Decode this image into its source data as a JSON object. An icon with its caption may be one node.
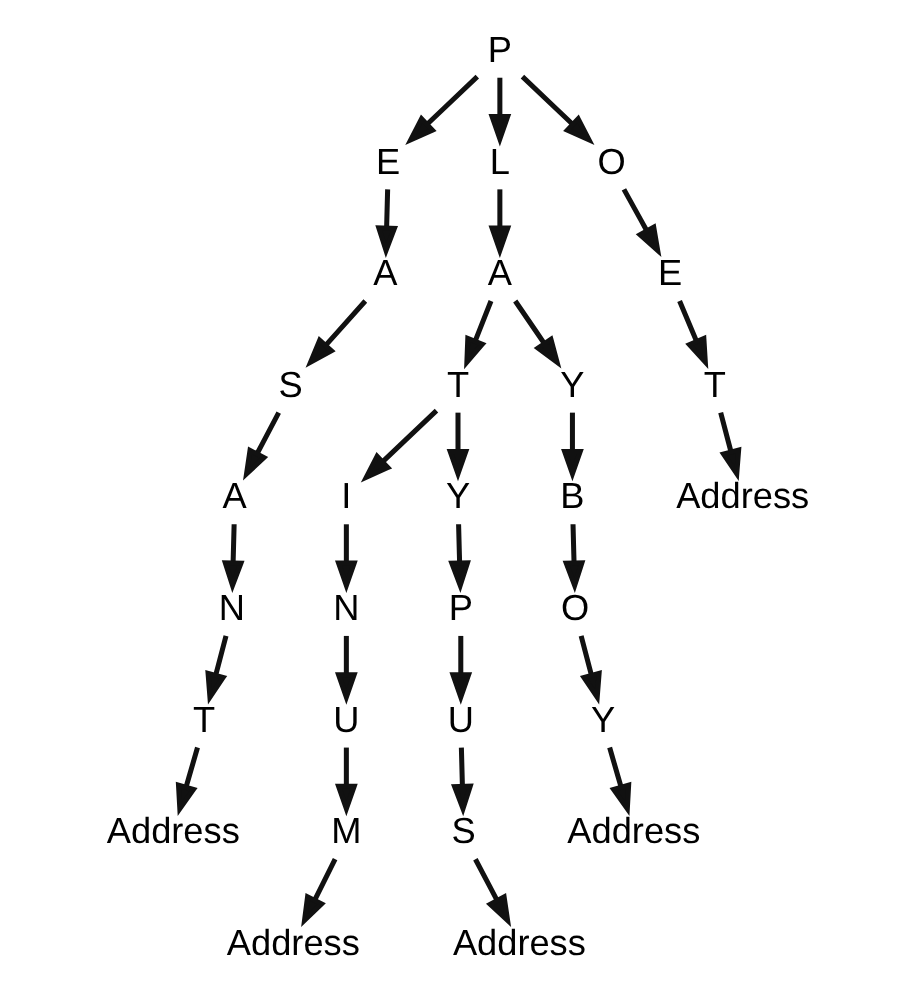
{
  "diagram": {
    "nodes": [
      {
        "text": [
          "P"
        ]
      },
      {
        "text": [
          "E"
        ]
      },
      {
        "text": [
          "A"
        ]
      },
      {
        "text": [
          "S"
        ]
      },
      {
        "text": [
          "A"
        ]
      },
      {
        "text": [
          "N"
        ]
      },
      {
        "text": [
          "T"
        ]
      },
      {
        "text": [
          "Address"
        ]
      },
      {
        "text": [
          "L"
        ]
      },
      {
        "text": [
          "A"
        ]
      },
      {
        "text": [
          "T"
        ]
      },
      {
        "text": [
          "I"
        ]
      },
      {
        "text": [
          "N"
        ]
      },
      {
        "text": [
          "U"
        ]
      },
      {
        "text": [
          "M"
        ]
      },
      {
        "text": [
          "Address"
        ]
      },
      {
        "text": [
          "Y"
        ]
      },
      {
        "text": [
          "P"
        ]
      },
      {
        "text": [
          "U"
        ]
      },
      {
        "text": [
          "S"
        ]
      },
      {
        "text": [
          "Address"
        ]
      },
      {
        "text": [
          "Y"
        ]
      },
      {
        "text": [
          "B"
        ]
      },
      {
        "text": [
          "O"
        ]
      },
      {
        "text": [
          "Y"
        ]
      },
      {
        "text": [
          "Address"
        ]
      },
      {
        "text": [
          "O"
        ]
      },
      {
        "text": [
          "E"
        ]
      },
      {
        "text": [
          "T"
        ]
      },
      {
        "text": [
          "Address"
        ]
      }
    ],
    "edges": [
      {
        "from": 0,
        "to": 1,
        "arrow": "to"
      },
      {
        "from": 1,
        "to": 2,
        "arrow": "to"
      },
      {
        "from": 2,
        "to": 3,
        "arrow": "to"
      },
      {
        "from": 3,
        "to": 4,
        "arrow": "to"
      },
      {
        "from": 4,
        "to": 5,
        "arrow": "to"
      },
      {
        "from": 5,
        "to": 6,
        "arrow": "to"
      },
      {
        "from": 6,
        "to": 7,
        "arrow": "to"
      },
      {
        "from": 0,
        "to": 8,
        "arrow": "to"
      },
      {
        "from": 8,
        "to": 9,
        "arrow": "to"
      },
      {
        "from": 9,
        "to": 10,
        "arrow": "to"
      },
      {
        "from": 10,
        "to": 11,
        "arrow": "to"
      },
      {
        "from": 11,
        "to": 12,
        "arrow": "to"
      },
      {
        "from": 12,
        "to": 13,
        "arrow": "to"
      },
      {
        "from": 13,
        "to": 14,
        "arrow": "to"
      },
      {
        "from": 14,
        "to": 15,
        "arrow": "to"
      },
      {
        "from": 10,
        "to": 16,
        "arrow": "to"
      },
      {
        "from": 16,
        "to": 17,
        "arrow": "to"
      },
      {
        "from": 17,
        "to": 18,
        "arrow": "to"
      },
      {
        "from": 18,
        "to": 19,
        "arrow": "to"
      },
      {
        "from": 19,
        "to": 20,
        "arrow": "to"
      },
      {
        "from": 9,
        "to": 21,
        "arrow": "to"
      },
      {
        "from": 21,
        "to": 22,
        "arrow": "to"
      },
      {
        "from": 22,
        "to": 23,
        "arrow": "to"
      },
      {
        "from": 23,
        "to": 24,
        "arrow": "to"
      },
      {
        "from": 24,
        "to": 25,
        "arrow": "to"
      },
      {
        "from": 0,
        "to": 26,
        "arrow": "to"
      },
      {
        "from": 26,
        "to": 27,
        "arrow": "to"
      },
      {
        "from": 27,
        "to": 28,
        "arrow": "to"
      },
      {
        "from": 28,
        "to": 29,
        "arrow": "to"
      }
    ]
  }
}
